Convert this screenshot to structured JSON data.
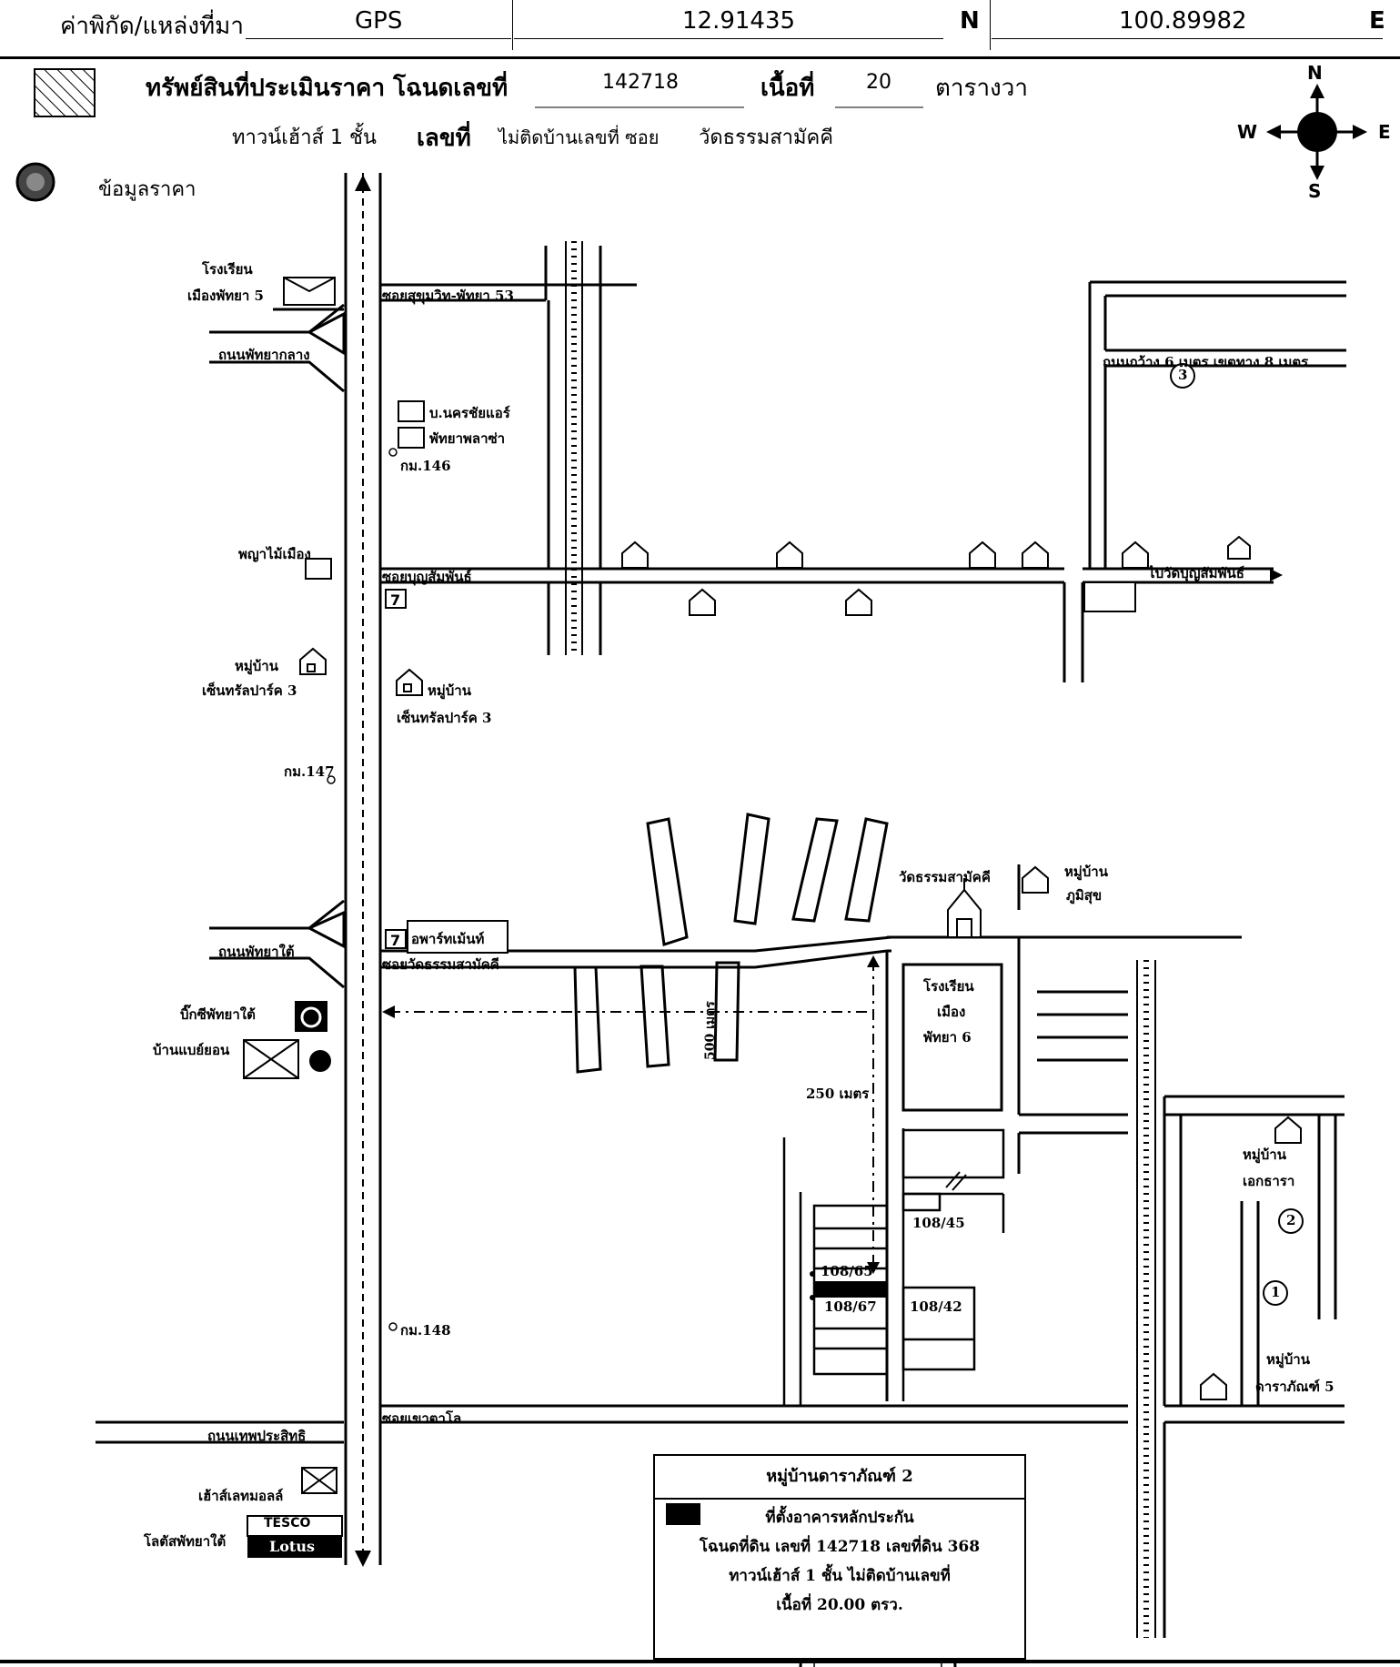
{
  "header": {
    "coord_label": "ค่าพิกัด/แหล่งที่มา",
    "source": "GPS",
    "lat": "12.91435",
    "lat_dir": "N",
    "lon": "100.89982",
    "lon_dir": "E"
  },
  "property": {
    "label_prefix": "ทรัพย์สินที่ประเมินราคา โฉนดเลขที่",
    "deed_no": "142718",
    "area_label": "เนื้อที่",
    "area": "20",
    "area_unit": "ตารางวา",
    "type": "ทาวน์เฮ้าส์ 1 ชั้น",
    "no_label": "เลขที่",
    "no_value": "ไม่ติดบ้านเลขที่ ซอย",
    "soi": "วัดธรรมสามัคคี",
    "price_info": "ข้อมูลราคา"
  },
  "compass": {
    "n": "N",
    "s": "S",
    "w": "W",
    "e": "E"
  },
  "labels": {
    "school5": "โรงเรียน",
    "school5b": "เมืองพัทยา 5",
    "pattaya_klang": "ถนนพัทยากลาง",
    "nakornchai": "บ.นครชัยแอร์",
    "pattaya_plaza": "พัทยาพลาซ่า",
    "km146": "กม.146",
    "phaya_mai": "พญาไม้เมือง",
    "central_park_left1": "หมู่บ้าน",
    "central_park_left2": "เซ็นทรัลปาร์ค 3",
    "central_park_right1": "หมู่บ้าน",
    "central_park_right2": "เซ็นทรัลปาร์ค 3",
    "km147": "กม.147",
    "pattaya_tai": "ถนนพัทยาใต้",
    "soi_wat": "ซอยวัดธรรมสามัคคี",
    "apartment": "อพาร์ทเม้นท์",
    "wat": "วัดธรรมสามัคคี",
    "phumisuk1": "หมู่บ้าน",
    "phumisuk2": "ภูมิสุข",
    "school6a": "โรงเรียน",
    "school6b": "เมือง",
    "school6c": "พัทยา 6",
    "bigc": "บิ๊กซีพัทยาใต้",
    "ban_beyond": "บ้านแบย์ยอน",
    "m250": "250 เมตร",
    "m500": "500 เมตร",
    "km148": "กม.148",
    "soi_khao_talo": "ซอยเขาตาโล",
    "thep_prasit": "ถนนเทพประสิทธิ",
    "house_mall": "เฮ้าส์เลทมอลล์",
    "lotus": "โลตัสพัทยาใต้",
    "tesco": "TESCO",
    "lotus_logo": "Lotus",
    "soi_53": "ซอยสุขุมวิท-พัทยา 53",
    "soi_boon": "ซอยบุญสัมพันธ์",
    "to_wat_boon": "ไปวัดบุญสัมพันธ์",
    "road_6m": "ถนนกว้าง 6 เมตร เขตทาง 8 เมตร",
    "ekathara1": "หมู่บ้าน",
    "ekathara2": "เอกธารา",
    "daraphan1": "หมู่บ้าน",
    "daraphan2": "ดาราภัณฑ์ 5",
    "h10845": "108/45",
    "h10865": "108/65",
    "h10867": "108/67",
    "h10842": "108/42",
    "c1": "1",
    "c2": "2",
    "c3": "3"
  },
  "legend": {
    "title": "หมู่บ้านดาราภัณฑ์ 2",
    "l1": "ที่ตั้งอาคารหลักประกัน",
    "l2": "โฉนดที่ดิน เลขที่ 142718 เลขที่ดิน 368",
    "l3": "ทาวน์เฮ้าส์ 1 ชั้น ไม่ติดบ้านเลขที่",
    "l4": "เนื้อที่ 20.00 ตรว."
  }
}
